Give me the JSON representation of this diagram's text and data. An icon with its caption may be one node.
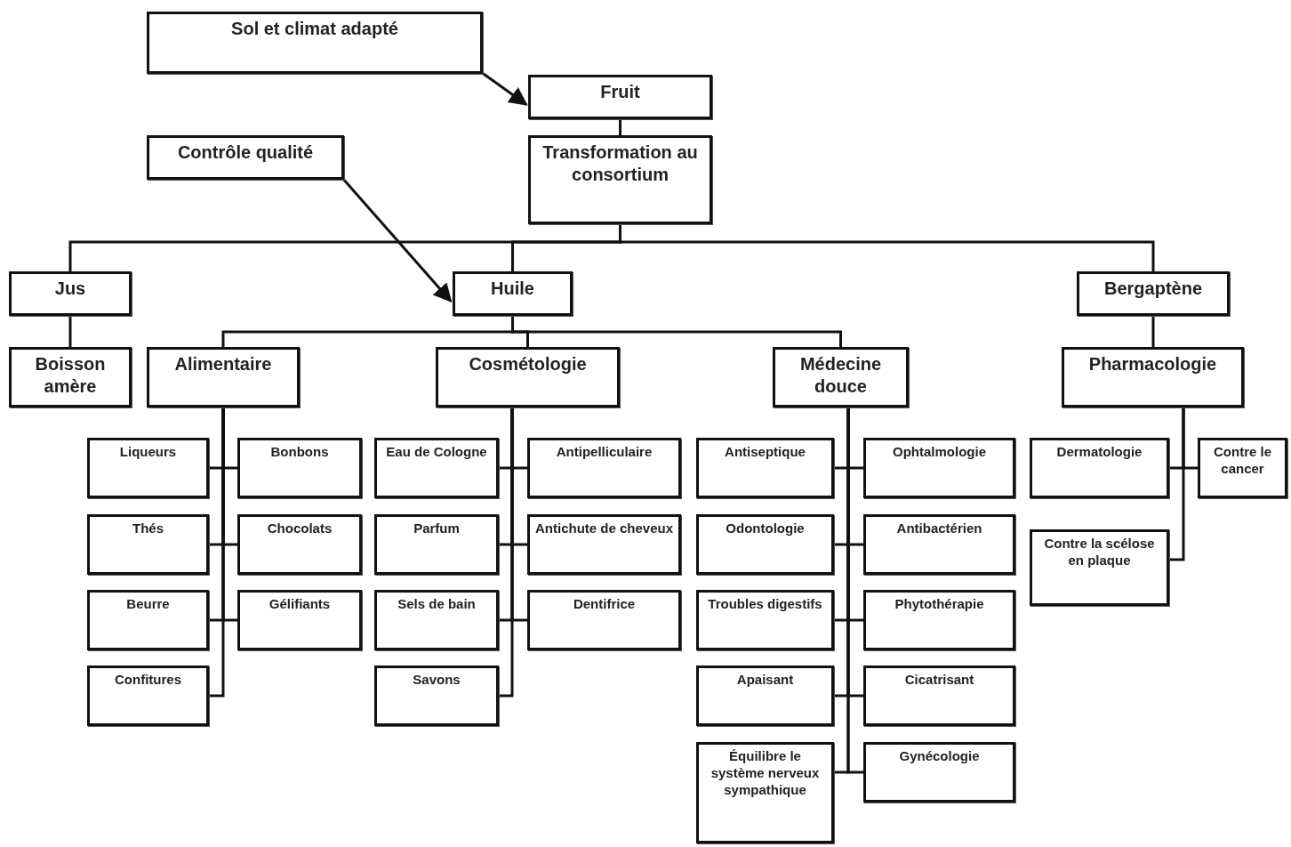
{
  "diagram": {
    "nodes": [
      {
        "text": [
          "Sol et climat adapté"
        ]
      },
      {
        "text": [
          "Fruit"
        ]
      },
      {
        "text": [
          "Transformation au consortium"
        ]
      },
      {
        "text": [
          "Contrôle qualité"
        ]
      },
      {
        "text": [
          "Jus"
        ]
      },
      {
        "text": [
          "Huile"
        ]
      },
      {
        "text": [
          "Bergaptène"
        ]
      },
      {
        "text": [
          "Boisson amère"
        ]
      },
      {
        "text": [
          "Alimentaire"
        ]
      },
      {
        "text": [
          "Cosmétologie"
        ]
      },
      {
        "text": [
          "Médecine douce"
        ]
      },
      {
        "text": [
          "Pharmacologie"
        ]
      },
      {
        "text": [
          "Liqueurs"
        ]
      },
      {
        "text": [
          "Bonbons"
        ]
      },
      {
        "text": [
          "Thés"
        ]
      },
      {
        "text": [
          "Chocolats"
        ]
      },
      {
        "text": [
          "Beurre"
        ]
      },
      {
        "text": [
          "Gélifiants"
        ]
      },
      {
        "text": [
          "Confitures"
        ]
      },
      {
        "text": [
          "Eau de Cologne"
        ]
      },
      {
        "text": [
          "Antipelliculaire"
        ]
      },
      {
        "text": [
          "Parfum"
        ]
      },
      {
        "text": [
          "Antichute de cheveux"
        ]
      },
      {
        "text": [
          "Sels de bain"
        ]
      },
      {
        "text": [
          "Dentifrice"
        ]
      },
      {
        "text": [
          "Savons"
        ]
      },
      {
        "text": [
          "Antiseptique"
        ]
      },
      {
        "text": [
          "Ophtalmologie"
        ]
      },
      {
        "text": [
          "Odontologie"
        ]
      },
      {
        "text": [
          "Antibactérien"
        ]
      },
      {
        "text": [
          "Troubles digestifs"
        ]
      },
      {
        "text": [
          "Phytothérapie"
        ]
      },
      {
        "text": [
          "Apaisant"
        ]
      },
      {
        "text": [
          "Cicatrisant"
        ]
      },
      {
        "text": [
          "Équilibre le système nerveux sympathique"
        ]
      },
      {
        "text": [
          "Gynécologie"
        ]
      },
      {
        "text": [
          "Dermatologie"
        ]
      },
      {
        "text": [
          "Contre le cancer"
        ]
      },
      {
        "text": [
          "Contre la scélose en plaque"
        ]
      }
    ],
    "edges": [
      {
        "from": 0,
        "to": 1,
        "arrow": "to"
      },
      {
        "from": 1,
        "to": 2,
        "arrow": "none"
      },
      {
        "from": 3,
        "to": 5,
        "arrow": "to"
      },
      {
        "from": 2,
        "to": 4,
        "arrow": "none"
      },
      {
        "from": 2,
        "to": 5,
        "arrow": "none"
      },
      {
        "from": 2,
        "to": 6,
        "arrow": "none"
      },
      {
        "from": 4,
        "to": 7,
        "arrow": "none"
      },
      {
        "from": 5,
        "to": 8,
        "arrow": "none"
      },
      {
        "from": 5,
        "to": 9,
        "arrow": "none"
      },
      {
        "from": 5,
        "to": 10,
        "arrow": "none"
      },
      {
        "from": 6,
        "to": 11,
        "arrow": "none"
      },
      {
        "from": 8,
        "to": 12,
        "arrow": "none"
      },
      {
        "from": 8,
        "to": 13,
        "arrow": "none"
      },
      {
        "from": 8,
        "to": 14,
        "arrow": "none"
      },
      {
        "from": 8,
        "to": 15,
        "arrow": "none"
      },
      {
        "from": 8,
        "to": 16,
        "arrow": "none"
      },
      {
        "from": 8,
        "to": 17,
        "arrow": "none"
      },
      {
        "from": 8,
        "to": 18,
        "arrow": "none"
      },
      {
        "from": 9,
        "to": 19,
        "arrow": "none"
      },
      {
        "from": 9,
        "to": 20,
        "arrow": "none"
      },
      {
        "from": 9,
        "to": 21,
        "arrow": "none"
      },
      {
        "from": 9,
        "to": 22,
        "arrow": "none"
      },
      {
        "from": 9,
        "to": 23,
        "arrow": "none"
      },
      {
        "from": 9,
        "to": 24,
        "arrow": "none"
      },
      {
        "from": 9,
        "to": 25,
        "arrow": "none"
      },
      {
        "from": 10,
        "to": 26,
        "arrow": "none"
      },
      {
        "from": 10,
        "to": 27,
        "arrow": "none"
      },
      {
        "from": 10,
        "to": 28,
        "arrow": "none"
      },
      {
        "from": 10,
        "to": 29,
        "arrow": "none"
      },
      {
        "from": 10,
        "to": 30,
        "arrow": "none"
      },
      {
        "from": 10,
        "to": 31,
        "arrow": "none"
      },
      {
        "from": 10,
        "to": 32,
        "arrow": "none"
      },
      {
        "from": 10,
        "to": 33,
        "arrow": "none"
      },
      {
        "from": 10,
        "to": 34,
        "arrow": "none"
      },
      {
        "from": 10,
        "to": 35,
        "arrow": "none"
      },
      {
        "from": 11,
        "to": 36,
        "arrow": "none"
      },
      {
        "from": 11,
        "to": 37,
        "arrow": "none"
      },
      {
        "from": 11,
        "to": 38,
        "arrow": "none"
      }
    ]
  }
}
